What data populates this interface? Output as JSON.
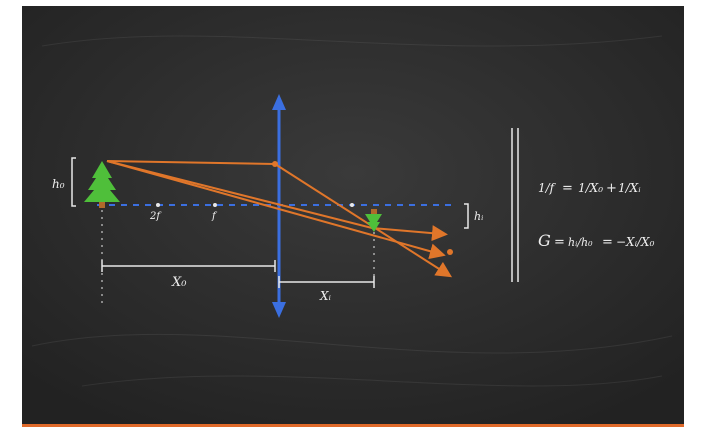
{
  "diagram": {
    "labels": {
      "object_height": "h₀",
      "image_height": "hᵢ",
      "object_distance": "X₀",
      "image_distance": "Xᵢ",
      "focal_2f": "2f",
      "focal_f": "f"
    },
    "formulas": {
      "lens_lhs": "1/f",
      "lens_rhs_1": "1/X₀",
      "lens_rhs_2": "1/Xᵢ",
      "mag_lhs": "G",
      "mag_ratio": "hᵢ/h₀",
      "mag_rhs": "−Xᵢ/X₀"
    },
    "colors": {
      "board": "#2a2a2a",
      "lens": "#3b6fe0",
      "axis": "#3b6fe0",
      "rays": "#e0762a",
      "tree": "#4fbf3a",
      "chalk": "#e8e8e8",
      "bottom_edge": "#e06a2a"
    }
  }
}
